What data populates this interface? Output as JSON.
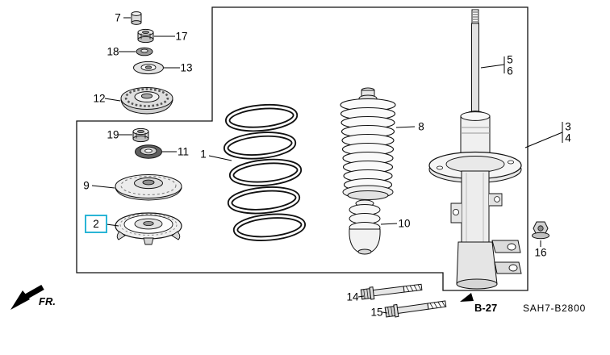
{
  "diagram": {
    "code": "SAH7-B2800",
    "page_ref": "B-27",
    "direction_label": "FR.",
    "selected_callout": "2",
    "highlight_color": "#2ab5d6",
    "callouts": {
      "1": "1",
      "2": "2",
      "3": "3",
      "4": "4",
      "5": "5",
      "6": "6",
      "7": "7",
      "8": "8",
      "9": "9",
      "10": "10",
      "11": "11",
      "12": "12",
      "13": "13",
      "14": "14",
      "15": "15",
      "16": "16",
      "17": "17",
      "18": "18",
      "19": "19"
    }
  }
}
